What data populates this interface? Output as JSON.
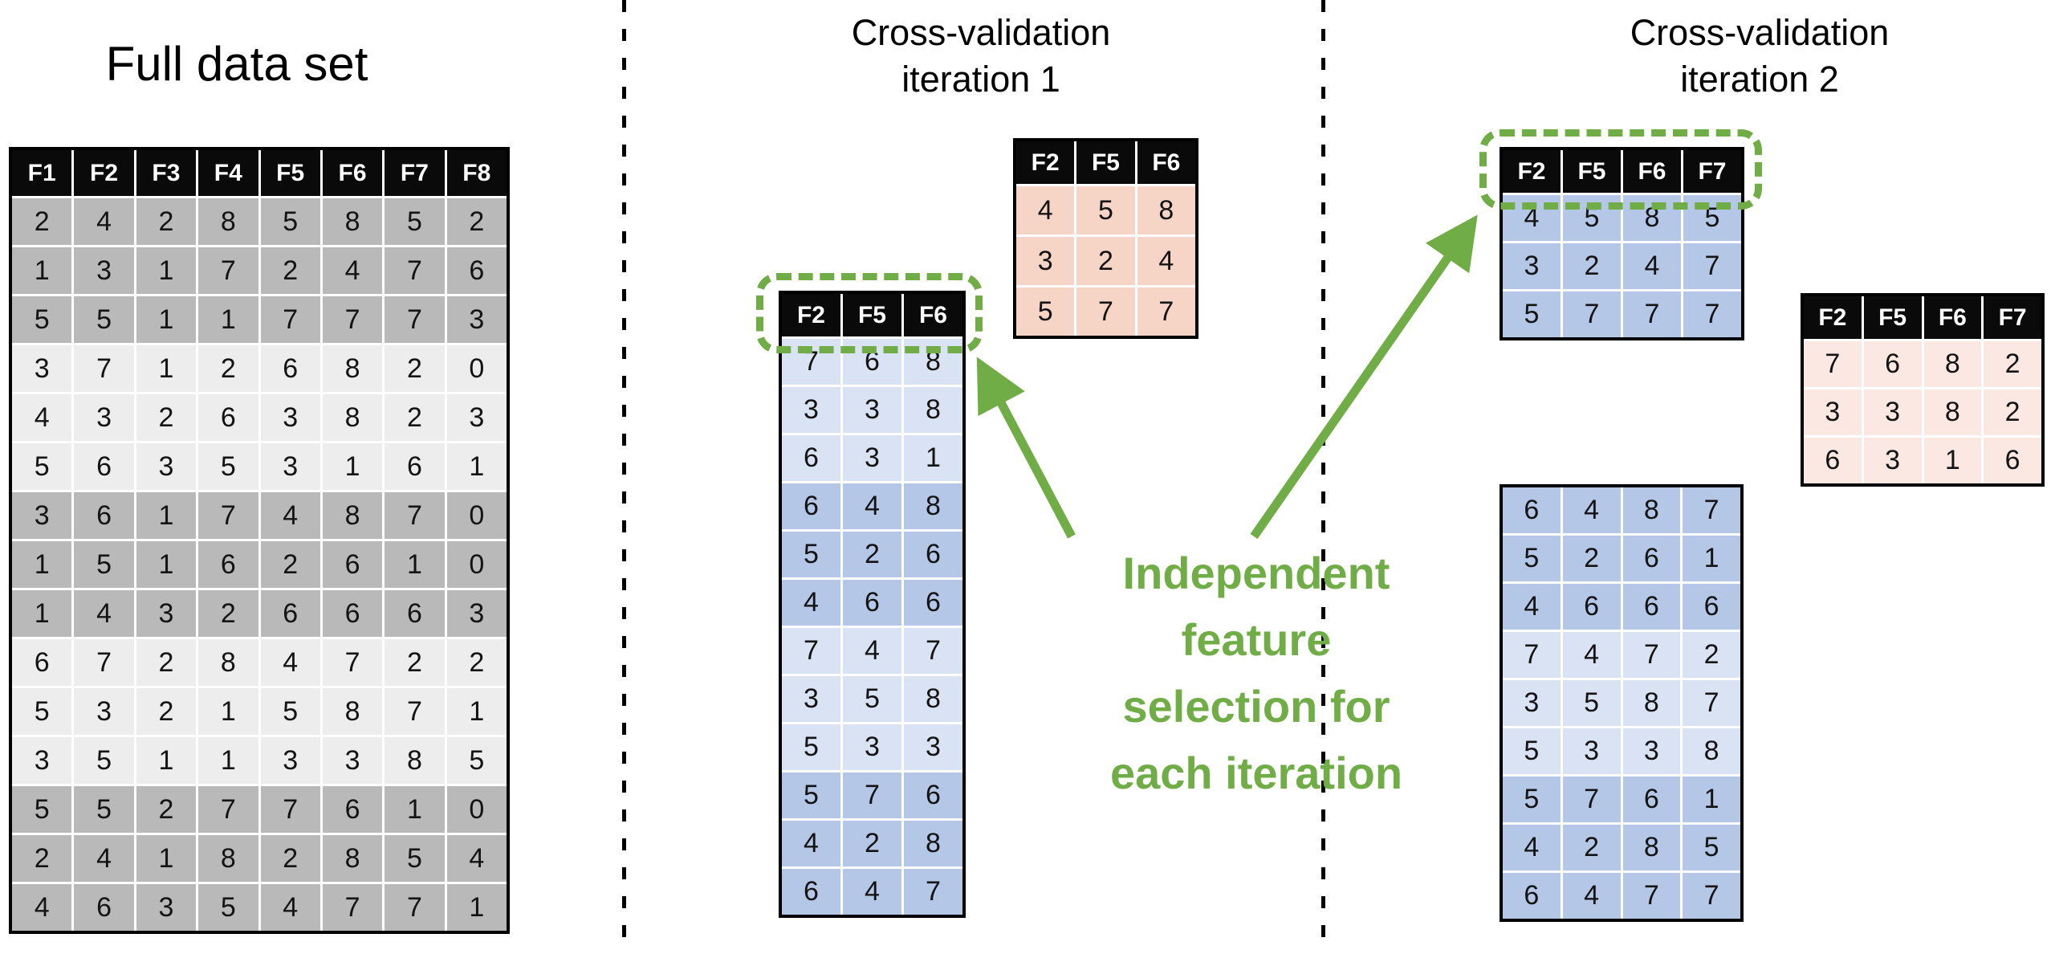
{
  "titles": {
    "full_data_set": "Full data set",
    "cv1_line1": "Cross-validation",
    "cv1_line2": "iteration 1",
    "cv2_line1": "Cross-validation",
    "cv2_line2": "iteration 2"
  },
  "annotation": {
    "lines": [
      "Independent",
      "feature",
      "selection for",
      "each iteration"
    ]
  },
  "colors": {
    "accent_green": "#70ad47",
    "header_bg": "#0a0a0a",
    "header_text": "#ffffff",
    "gray_dark": "#b9b9b9",
    "gray_light": "#ededed",
    "blue_dark": "#b4c7e7",
    "blue_light": "#dae3f3",
    "pink_iteration1": "#f6d5c7",
    "pink_iteration2": "#fbe8e2",
    "table_border": "#000000"
  },
  "full_table": {
    "headers": [
      "F1",
      "F2",
      "F3",
      "F4",
      "F5",
      "F6",
      "F7",
      "F8"
    ],
    "rows": [
      [
        2,
        4,
        2,
        8,
        5,
        8,
        5,
        2
      ],
      [
        1,
        3,
        1,
        7,
        2,
        4,
        7,
        6
      ],
      [
        5,
        5,
        1,
        1,
        7,
        7,
        7,
        3
      ],
      [
        3,
        7,
        1,
        2,
        6,
        8,
        2,
        0
      ],
      [
        4,
        3,
        2,
        6,
        3,
        8,
        2,
        3
      ],
      [
        5,
        6,
        3,
        5,
        3,
        1,
        6,
        1
      ],
      [
        3,
        6,
        1,
        7,
        4,
        8,
        7,
        0
      ],
      [
        1,
        5,
        1,
        6,
        2,
        6,
        1,
        0
      ],
      [
        1,
        4,
        3,
        2,
        6,
        6,
        6,
        3
      ],
      [
        6,
        7,
        2,
        8,
        4,
        7,
        2,
        2
      ],
      [
        5,
        3,
        2,
        1,
        5,
        8,
        7,
        1
      ],
      [
        3,
        5,
        1,
        1,
        3,
        3,
        8,
        5
      ],
      [
        5,
        5,
        2,
        7,
        7,
        6,
        1,
        0
      ],
      [
        2,
        4,
        1,
        8,
        2,
        8,
        5,
        4
      ],
      [
        4,
        6,
        3,
        5,
        4,
        7,
        7,
        1
      ]
    ],
    "row_shades": "dddllldddlllddd",
    "palette": {
      "d": "#b9b9b9",
      "l": "#ededed"
    }
  },
  "iteration1": {
    "test_table": {
      "headers": [
        "F2",
        "F5",
        "F6"
      ],
      "rows": [
        [
          4,
          5,
          8
        ],
        [
          3,
          2,
          4
        ],
        [
          5,
          7,
          7
        ]
      ],
      "row_shades": "ppp",
      "palette": {
        "p": "#f6d5c7"
      }
    },
    "train_table": {
      "headers": [
        "F2",
        "F5",
        "F6"
      ],
      "rows": [
        [
          7,
          6,
          8
        ],
        [
          3,
          3,
          8
        ],
        [
          6,
          3,
          1
        ],
        [
          6,
          4,
          8
        ],
        [
          5,
          2,
          6
        ],
        [
          4,
          6,
          6
        ],
        [
          7,
          4,
          7
        ],
        [
          3,
          5,
          8
        ],
        [
          5,
          3,
          3
        ],
        [
          5,
          7,
          6
        ],
        [
          4,
          2,
          8
        ],
        [
          6,
          4,
          7
        ]
      ],
      "row_shades": "llldddlllddd",
      "palette": {
        "d": "#b4c7e7",
        "l": "#dae3f3"
      }
    }
  },
  "iteration2": {
    "train_top_table": {
      "headers": [
        "F2",
        "F5",
        "F6",
        "F7"
      ],
      "rows": [
        [
          4,
          5,
          8,
          5
        ],
        [
          3,
          2,
          4,
          7
        ],
        [
          5,
          7,
          7,
          7
        ]
      ],
      "row_shades": "ddd",
      "palette": {
        "d": "#b4c7e7",
        "l": "#dae3f3"
      }
    },
    "test_table": {
      "headers": [
        "F2",
        "F5",
        "F6",
        "F7"
      ],
      "rows": [
        [
          7,
          6,
          8,
          2
        ],
        [
          3,
          3,
          8,
          2
        ],
        [
          6,
          3,
          1,
          6
        ]
      ],
      "row_shades": "ppp",
      "palette": {
        "p": "#fbe8e2"
      }
    },
    "train_bottom_table": {
      "rows": [
        [
          6,
          4,
          8,
          7
        ],
        [
          5,
          2,
          6,
          1
        ],
        [
          4,
          6,
          6,
          6
        ],
        [
          7,
          4,
          7,
          2
        ],
        [
          3,
          5,
          8,
          7
        ],
        [
          5,
          3,
          3,
          8
        ],
        [
          5,
          7,
          6,
          1
        ],
        [
          4,
          2,
          8,
          5
        ],
        [
          6,
          4,
          7,
          7
        ]
      ],
      "row_shades": "dddlllddd",
      "palette": {
        "d": "#b4c7e7",
        "l": "#dae3f3"
      }
    }
  }
}
